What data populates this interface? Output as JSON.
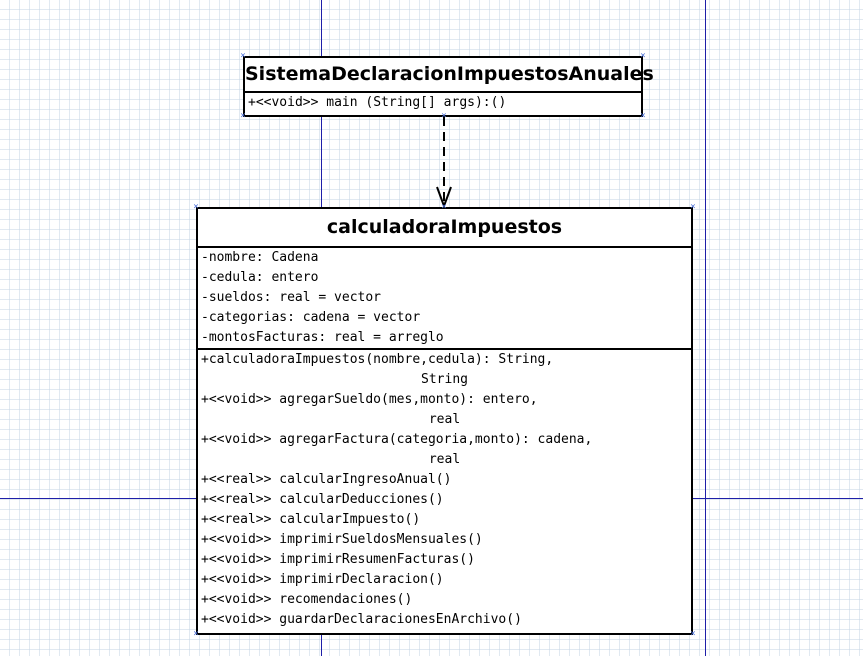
{
  "diagram": {
    "main_class": {
      "name": "SistemaDeclaracionImpuestosAnuales",
      "methods": [
        "+<<void>> main (String[] args):()"
      ]
    },
    "calc_class": {
      "name": "calculadoraImpuestos",
      "attributes": [
        "-nombre: Cadena",
        "-cedula: entero",
        "-sueldos: real = vector",
        "-categorias: cadena = vector",
        "-montosFacturas: real = arreglo"
      ],
      "methods": [
        {
          "text": "+calculadoraImpuestos(nombre,cedula): String,",
          "cont": "String"
        },
        {
          "text": "+<<void>> agregarSueldo(mes,monto): entero,",
          "cont": "real"
        },
        {
          "text": "+<<void>> agregarFactura(categoria,monto): cadena,",
          "cont": "real"
        },
        {
          "text": "+<<real>> calcularIngresoAnual()"
        },
        {
          "text": "+<<real>> calcularDeducciones()"
        },
        {
          "text": "+<<real>> calcularImpuesto()"
        },
        {
          "text": "+<<void>> imprimirSueldosMensuales()"
        },
        {
          "text": "+<<void>> imprimirResumenFacturas()"
        },
        {
          "text": "+<<void>> imprimirDeclaracion()"
        },
        {
          "text": "+<<void>> recomendaciones()"
        },
        {
          "text": "+<<void>> guardarDeclaracionesEnArchivo()"
        }
      ]
    },
    "relationship": "dependency",
    "colors": {
      "guide_lines": "#1f1fa8",
      "grid": "#c8d7e6",
      "handles": "#4a6fd8"
    }
  }
}
